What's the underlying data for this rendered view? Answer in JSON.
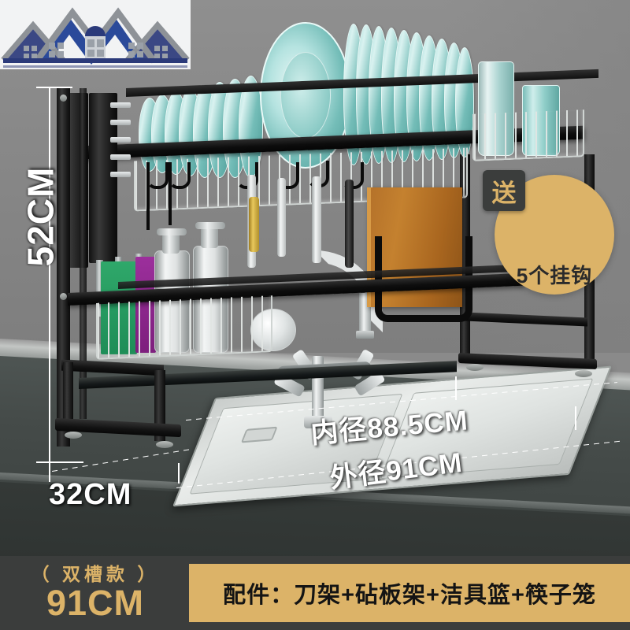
{
  "brand": {
    "logo_alt": "house-roof-logo"
  },
  "dimensions": {
    "height_label": "52CM",
    "depth_label": "32CM",
    "inner_label": "内径88.5CM",
    "outer_label": "外径91CM"
  },
  "gift_badge": {
    "tag": "送",
    "caption": "5个挂钩",
    "hook_count": 5,
    "circle_color": "#dcb368",
    "tag_color": "#3b3d3c"
  },
  "banner": {
    "model_note": "（  双槽款  ）",
    "size": "91CM",
    "accessories": "配件：刀架+砧板架+洁具篮+筷子笼",
    "bg_color": "#3b3d3c",
    "accent_color": "#dcb368"
  },
  "scene": {
    "product": "over-sink-dish-drying-rack",
    "frame_color": "#0b0b0b",
    "dish_color": "#74bdb8",
    "counter_color": "#434947",
    "wall_color": "#8a8a8a",
    "board_color": "#b5722a"
  }
}
